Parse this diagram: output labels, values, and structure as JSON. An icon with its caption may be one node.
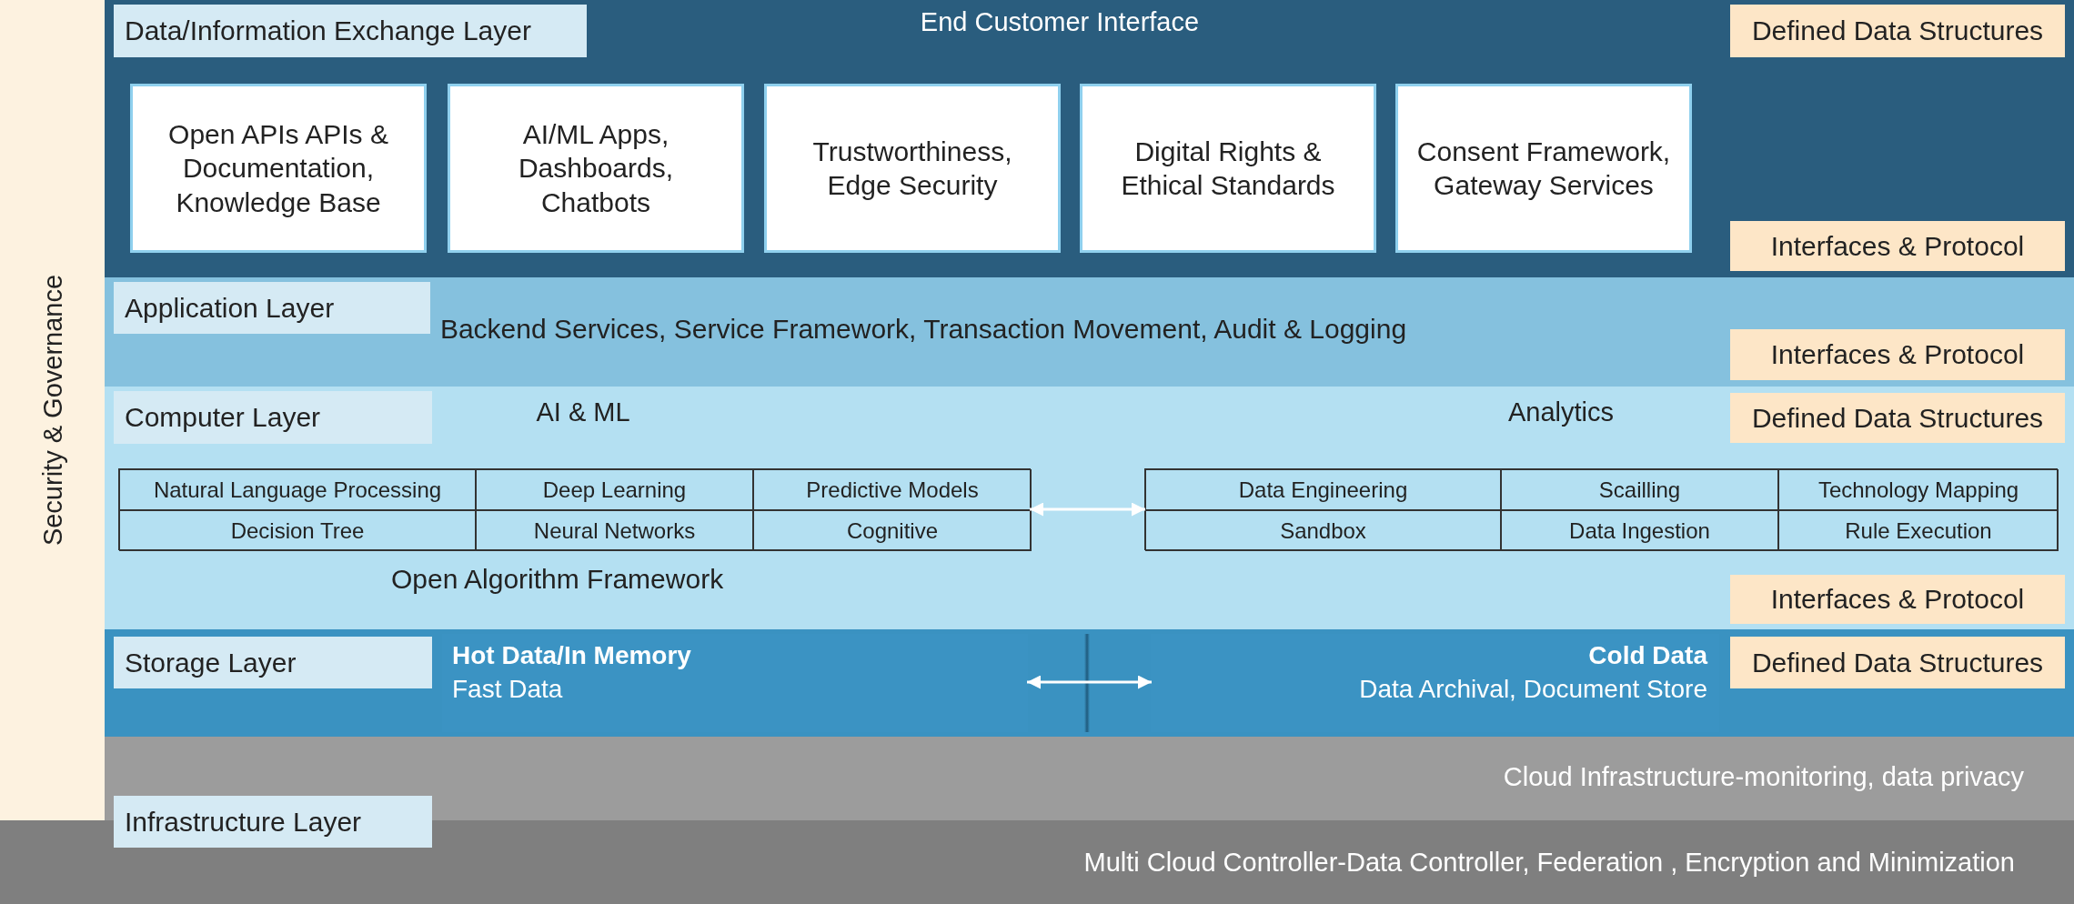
{
  "diagram": {
    "nodes": [
      {
        "text": [
          "Security & Governance"
        ]
      },
      {
        "text": [
          "End Customer Interface"
        ]
      },
      {
        "text": [
          "Data/Information Exchange Layer"
        ],
        "in": 1
      },
      {
        "text": [
          "Open APIs APIs & Documentation, Knowledge Base"
        ],
        "in": 1
      },
      {
        "text": [
          "AI/ML Apps, Dashboards, Chatbots"
        ],
        "in": 1
      },
      {
        "text": [
          "Trustworthiness, Edge Security"
        ],
        "in": 1
      },
      {
        "text": [
          "Digital Rights & Ethical Standards"
        ],
        "in": 1
      },
      {
        "text": [
          "Consent Framework, Gateway Services"
        ],
        "in": 1
      },
      {
        "text": [
          "Defined Data Structures"
        ],
        "in": 1
      },
      {
        "text": [
          "Interfaces & Protocol"
        ],
        "in": 1
      },
      {
        "text": [
          "Backend Services, Service Framework, Transaction Movement, Audit & Logging"
        ]
      },
      {
        "text": [
          "Application Layer"
        ],
        "in": 10
      },
      {
        "text": [
          "Interfaces & Protocol"
        ],
        "in": 10
      },
      {
        "text": [
          "Open Algorithm Framework"
        ]
      },
      {
        "text": [
          "Computer Layer"
        ],
        "in": 13
      },
      {
        "text": [
          "Defined Data Structures"
        ],
        "in": 13
      },
      {
        "text": [
          "AI & ML"
        ],
        "in": 13
      },
      {
        "text": [
          "Natural Language Processing"
        ],
        "in": 16
      },
      {
        "text": [
          "Deep Learning"
        ],
        "in": 16
      },
      {
        "text": [
          "Predictive Models"
        ],
        "in": 16
      },
      {
        "text": [
          "Decision Tree"
        ],
        "in": 16
      },
      {
        "text": [
          "Neural Networks"
        ],
        "in": 16
      },
      {
        "text": [
          "Cognitive"
        ],
        "in": 16
      },
      {
        "text": [
          "Analytics"
        ],
        "in": 13
      },
      {
        "text": [
          "Data Engineering"
        ],
        "in": 23
      },
      {
        "text": [
          "Scailling"
        ],
        "in": 23
      },
      {
        "text": [
          "Technology Mapping"
        ],
        "in": 23
      },
      {
        "text": [
          "Sandbox"
        ],
        "in": 23
      },
      {
        "text": [
          "Data Ingestion"
        ],
        "in": 23
      },
      {
        "text": [
          "Rule Execution"
        ],
        "in": 23
      },
      {
        "text": [
          "Interfaces & Protocol"
        ],
        "in": 13
      },
      {
        "text": [],
        "shape": "band"
      },
      {
        "text": [
          "Storage Layer"
        ],
        "in": 31
      },
      {
        "text": [
          "Hot Data/In Memory",
          "Fast Data"
        ],
        "in": 31
      },
      {
        "text": [
          "Cold Data",
          "Data Archival, Document Store"
        ],
        "in": 31
      },
      {
        "text": [
          "Defined Data Structures"
        ],
        "in": 31
      },
      {
        "text": [
          "Cloud Infrastructure-monitoring, data privacy"
        ]
      },
      {
        "text": [
          "Multi Cloud Controller-Data Controller, Federation , Encryption and Minimization"
        ]
      },
      {
        "text": [
          "Infrastructure Layer"
        ]
      }
    ],
    "edges": [
      {
        "from": 16,
        "to": 23,
        "arrow": "both",
        "color": "#ffffff"
      },
      {
        "from": 33,
        "to": 34,
        "arrow": "both",
        "color": "#ffffff"
      }
    ]
  }
}
